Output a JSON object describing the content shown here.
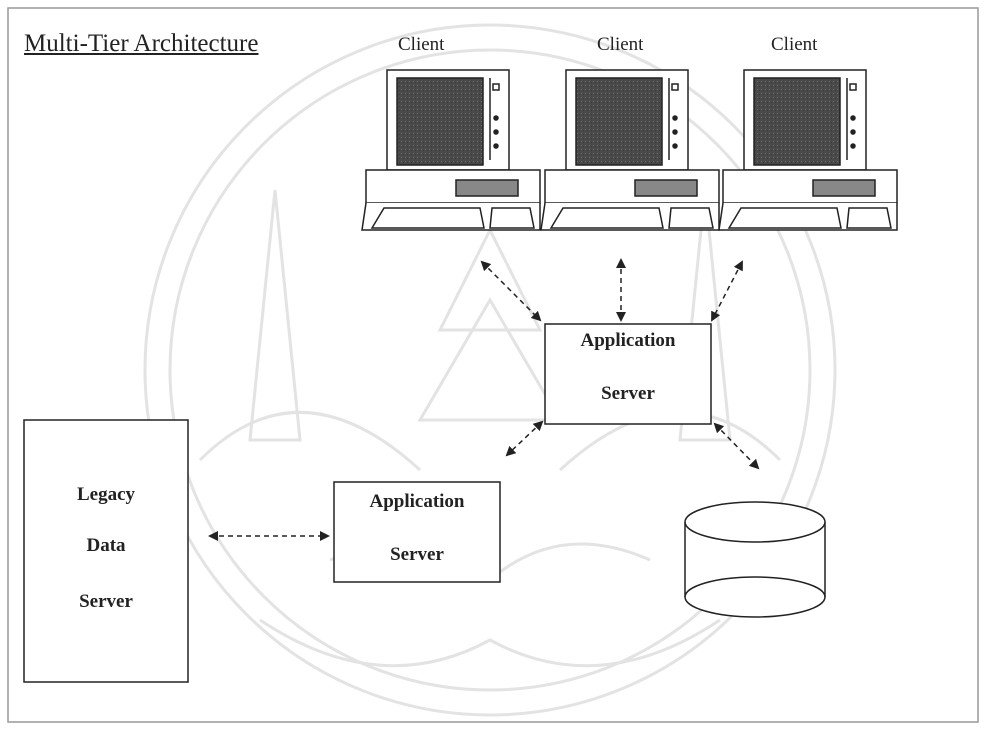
{
  "title": "Multi-Tier Architecture",
  "clients": [
    {
      "label": "Client"
    },
    {
      "label": "Client"
    },
    {
      "label": "Client"
    }
  ],
  "app_server_top": {
    "line1": "Application",
    "line2": "Server"
  },
  "app_server_bottom": {
    "line1": "Application",
    "line2": "Server"
  },
  "legacy_server": {
    "line1": "Legacy",
    "line2": "Data",
    "line3": "Server"
  },
  "database": {
    "icon": "database-cylinder-icon"
  },
  "watermark": {
    "icon": "university-seal-watermark"
  },
  "colors": {
    "line": "#222222",
    "watermark": "#e6e6e6",
    "screen": "#555555"
  }
}
